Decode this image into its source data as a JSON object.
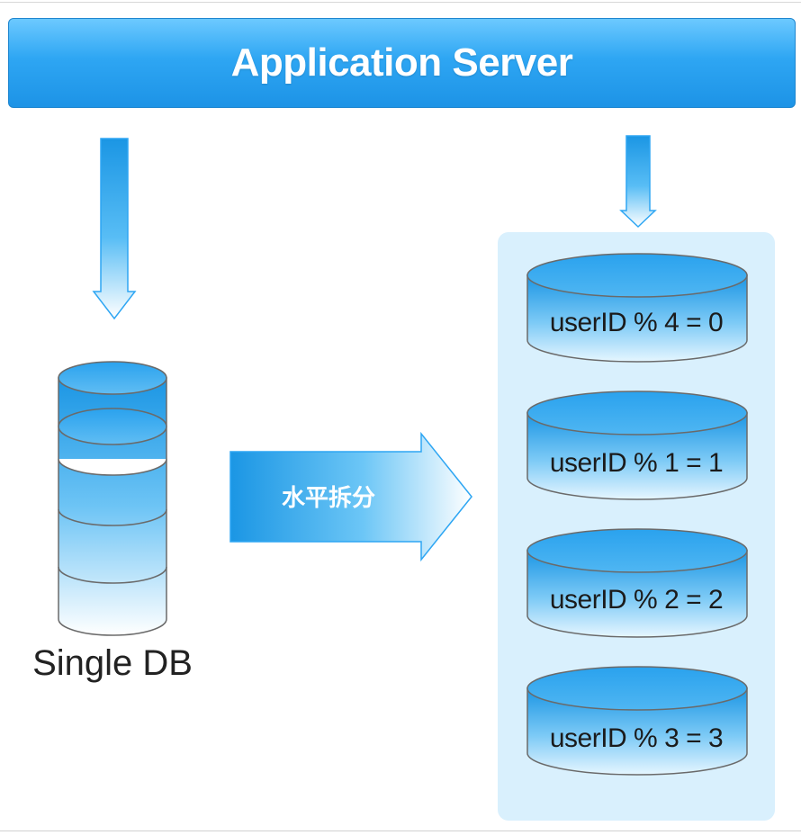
{
  "server": {
    "title": "Application Server"
  },
  "single_db": {
    "label": "Single DB"
  },
  "split": {
    "label": "水平拆分"
  },
  "shards": [
    {
      "label": "userID % 4 = 0"
    },
    {
      "label": "userID % 1 = 1"
    },
    {
      "label": "userID % 2 = 2"
    },
    {
      "label": "userID % 3 = 3"
    }
  ],
  "colors": {
    "accent": "#2ea6f3",
    "panel": "#d9f0fd",
    "text": "#222222"
  }
}
